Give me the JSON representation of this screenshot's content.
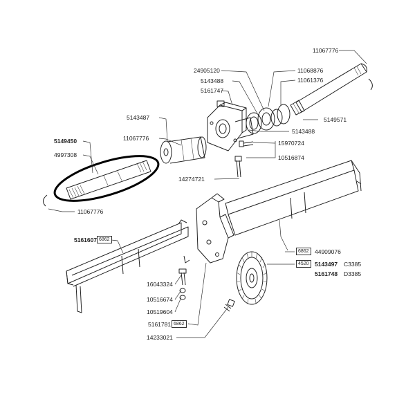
{
  "parts": {
    "p11067776_top": "11067776",
    "p24905120": "24905120",
    "p11068876": "11068876",
    "p5143488_a": "5143488",
    "p11061376": "11061376",
    "p5161747": "5161747",
    "p5149571": "5149571",
    "p5143487": "5143487",
    "p5149450": "5149450",
    "p11067776_mid": "11067776",
    "p4997308": "4997308",
    "p5143488_b": "5143488",
    "p15970724": "15970724",
    "p10516874": "10516874",
    "p14274721": "14274721",
    "p11067776_low": "11067776",
    "p5161607": "5161607",
    "p44909076": "44909076",
    "p5143497": "5143497",
    "p5143497_suffix": "C3385",
    "p5161748": "5161748",
    "p5161748_suffix": "D3385",
    "p16043324": "16043324",
    "p10516674": "10516674",
    "p10519604": "10519604",
    "p5161781": "5161781",
    "p14233021": "14233021"
  },
  "refs": {
    "r5161607": "6862",
    "r44909076": "6862",
    "r5143497": "4520",
    "r5161781": "6862"
  }
}
